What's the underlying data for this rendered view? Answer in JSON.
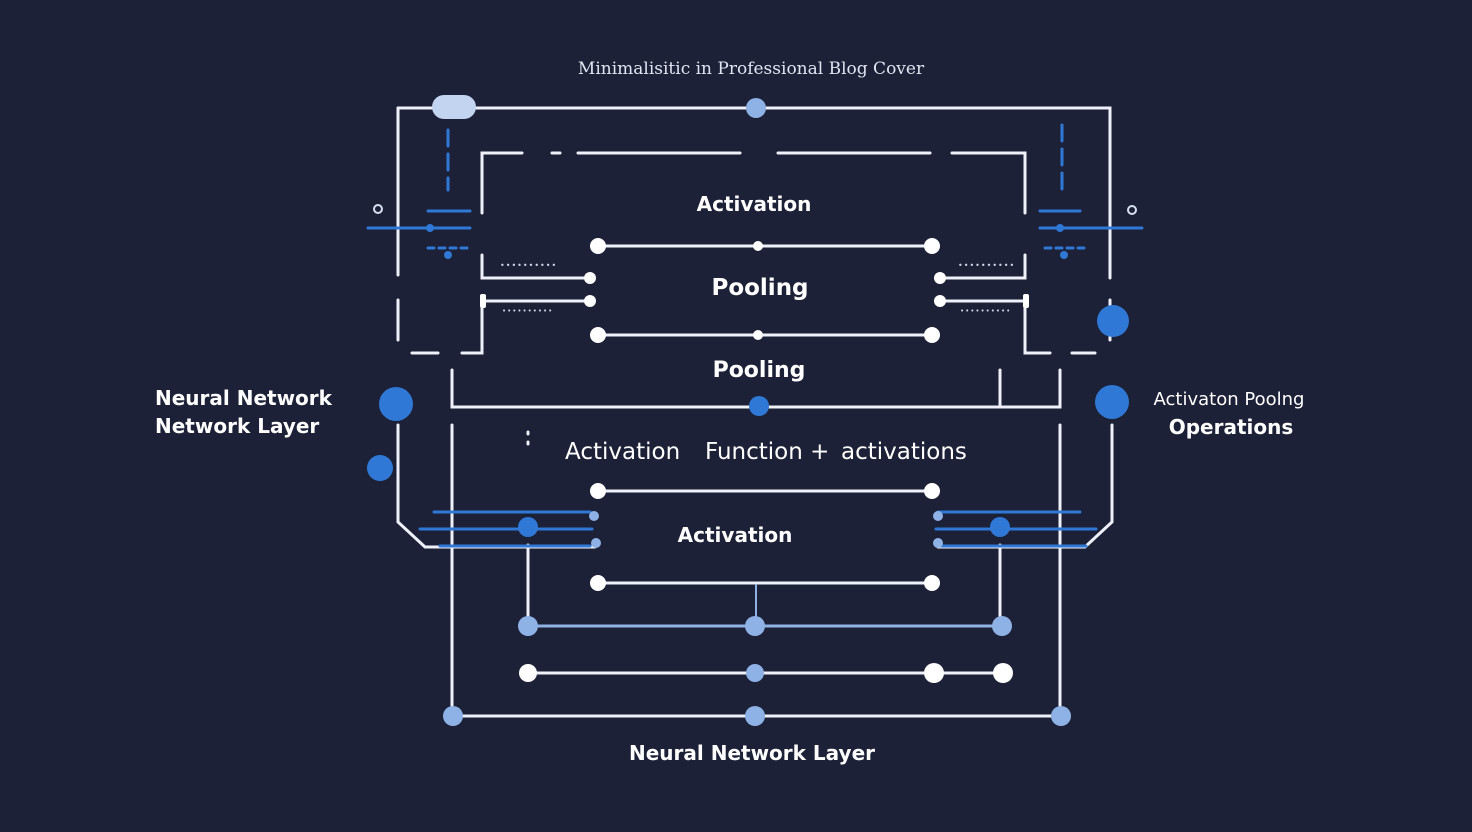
{
  "title": "Minimalisitic in Professional Blog Cover",
  "labels": {
    "activation_top": "Activation",
    "pooling_upper": "Pooling",
    "pooling_lower": "Pooling",
    "activation_function_a": "Activation",
    "activation_function_b": "Function +",
    "activation_function_c": "activations",
    "activation_bottom": "Activation",
    "left_line1": "Neural Network",
    "left_line2": "Network Layer",
    "right_line1": "Activaton Poolng",
    "right_line2": "Operations",
    "footer": "Neural Network Layer",
    "dots_top_left": "••••••••••",
    "dots_mid_left": "••••••••••",
    "dots_top_right": "••••••••••",
    "dots_mid_right": "••••••••••"
  },
  "colors": {
    "background": "#1c2137",
    "line": "#eef1fa",
    "accent_blue": "#2f78d6",
    "light_blue": "#8fb2e6",
    "pale_blue": "#c3d4f0"
  }
}
